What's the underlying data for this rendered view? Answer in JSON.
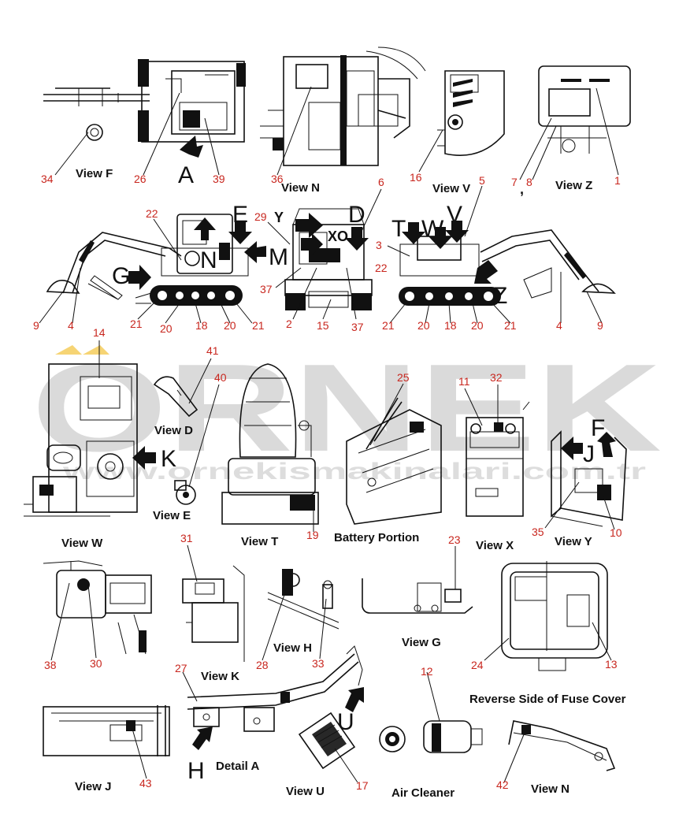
{
  "callouts": [
    "34",
    "26",
    "39",
    "36",
    "16",
    "6",
    "5",
    "7",
    "8",
    "1",
    "22",
    "29",
    "3",
    "22",
    "37",
    "9",
    "4",
    "21",
    "20",
    "18",
    "20",
    "21",
    "2",
    "15",
    "37",
    "21",
    "20",
    "18",
    "20",
    "21",
    "4",
    "9",
    "14",
    "41",
    "40",
    "25",
    "11",
    "32",
    "35",
    "10",
    "19",
    "23",
    "31",
    "38",
    "30",
    "28",
    "33",
    "24",
    "13",
    "12",
    "27",
    "17",
    "43",
    "42"
  ],
  "views": {
    "f": "View F",
    "n_top": "View N",
    "v": "View V",
    "z": "View Z",
    "d": "View D",
    "e": "View E",
    "w": "View W",
    "t": "View T",
    "battery": "Battery Portion",
    "x": "View X",
    "y": "View Y",
    "k": "View K",
    "h": "View H",
    "g": "View G",
    "fuse": "Reverse Side of Fuse Cover",
    "j": "View J",
    "detail_a": "Detail A",
    "u": "View U",
    "air": "Air Cleaner",
    "n_bottom": "View N"
  },
  "letters": {
    "a": "A",
    "e": "E",
    "n": "N",
    "m": "M",
    "g": "G",
    "y": "Y",
    "x": "X",
    "o": "O",
    "d": "D",
    "t": "T",
    "w": "W",
    "v": "V",
    "z": "Z",
    "k": "K",
    "f": "F",
    "j": "J",
    "u": "U",
    "h": "H",
    ",": ","
  },
  "watermark": {
    "brand": "ORNEK",
    "site": "www.ornekismakinalari.com.tr"
  },
  "colors": {
    "callout": "#c8261e",
    "line": "#111111",
    "background": "#ffffff"
  }
}
